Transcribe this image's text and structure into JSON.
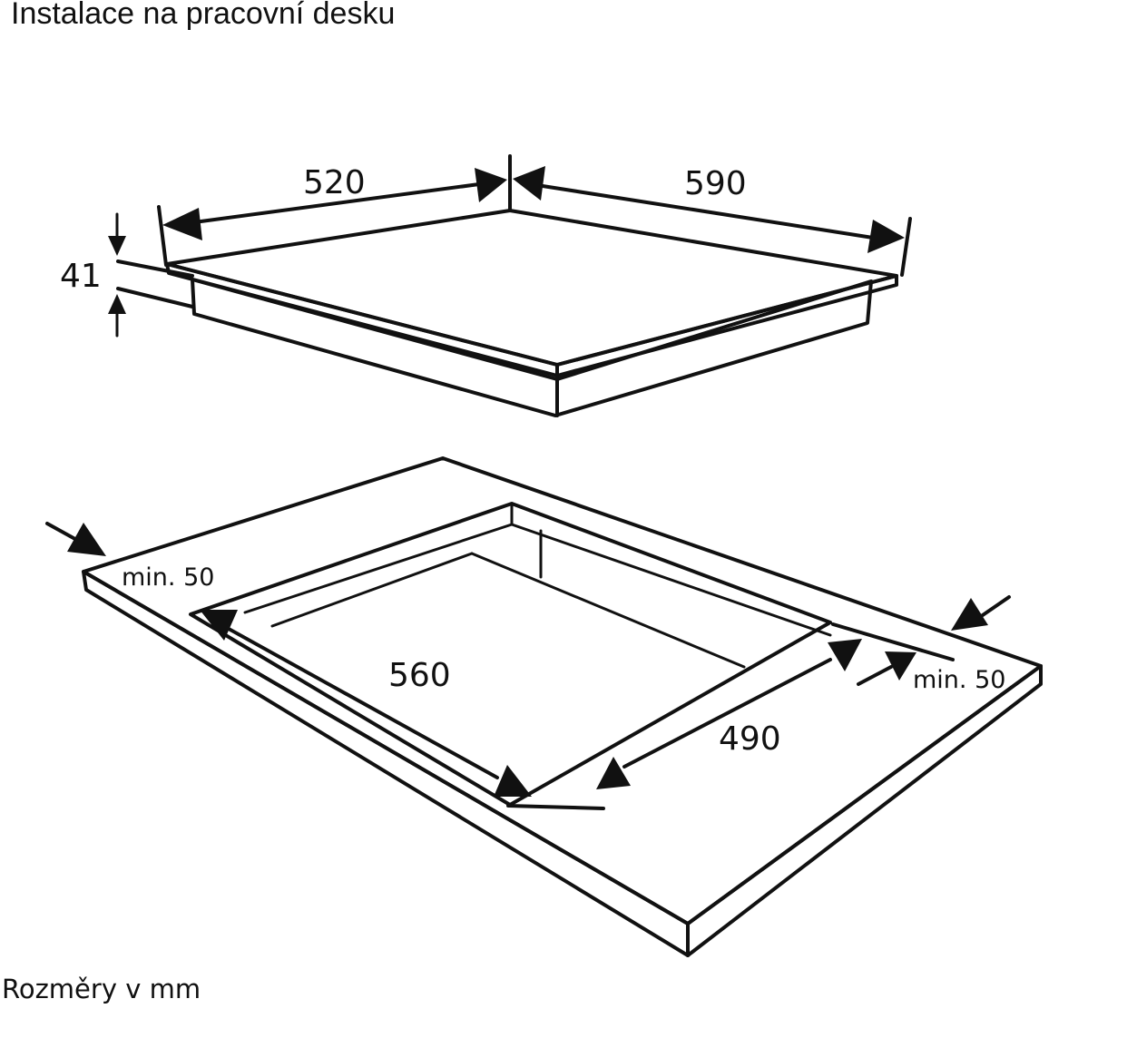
{
  "title": "Instalace na pracovní desku",
  "footer": "Rozměry v mm",
  "hob_dimensions": {
    "width": "590",
    "depth": "520",
    "height": "41"
  },
  "cutout_dimensions": {
    "length": "560",
    "depth": "490",
    "margin_left": "min. 50",
    "margin_right": "min. 50"
  },
  "colors": {
    "line": "#111111",
    "worktop_fill": "#e6e6e6",
    "hob_glass_light": "#f7f7f7",
    "hob_glass_dark": "#b4b4b4"
  }
}
